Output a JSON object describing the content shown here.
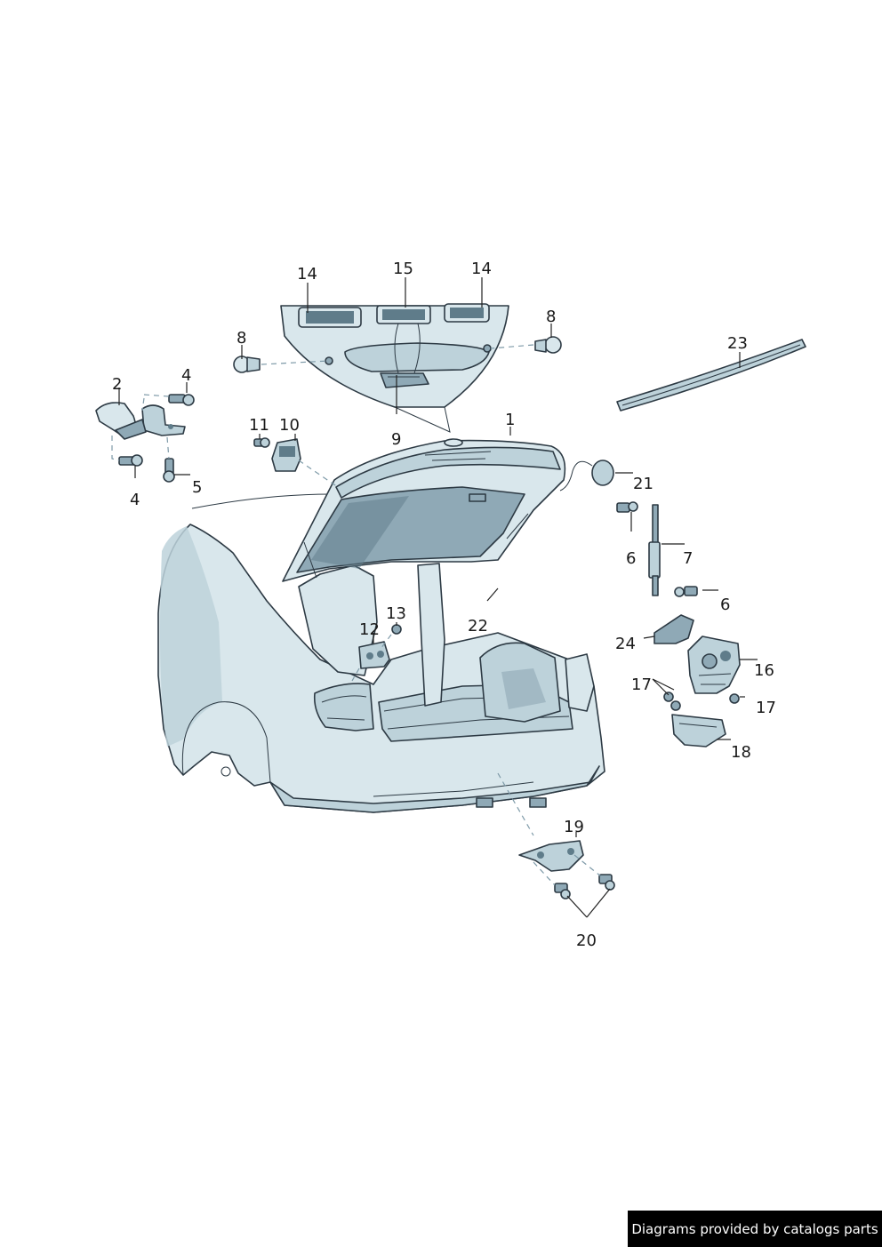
{
  "callouts": {
    "c1": "1",
    "c2": "2",
    "c4a": "4",
    "c4b": "4",
    "c5": "5",
    "c6a": "6",
    "c6b": "6",
    "c7": "7",
    "c8a": "8",
    "c8b": "8",
    "c9": "9",
    "c10": "10",
    "c11": "11",
    "c12": "12",
    "c13": "13",
    "c14a": "14",
    "c14b": "14",
    "c15": "15",
    "c16": "16",
    "c17a": "17",
    "c17b": "17",
    "c18": "18",
    "c19": "19",
    "c20": "20",
    "c21": "21",
    "c22": "22",
    "c23": "23",
    "c24": "24"
  },
  "footer": {
    "credit": "Diagrams provided by catalogs parts"
  },
  "colors": {
    "part_fill": "#d9e7ec",
    "part_shade": "#8fa9b6",
    "outline": "#2d3a44"
  }
}
